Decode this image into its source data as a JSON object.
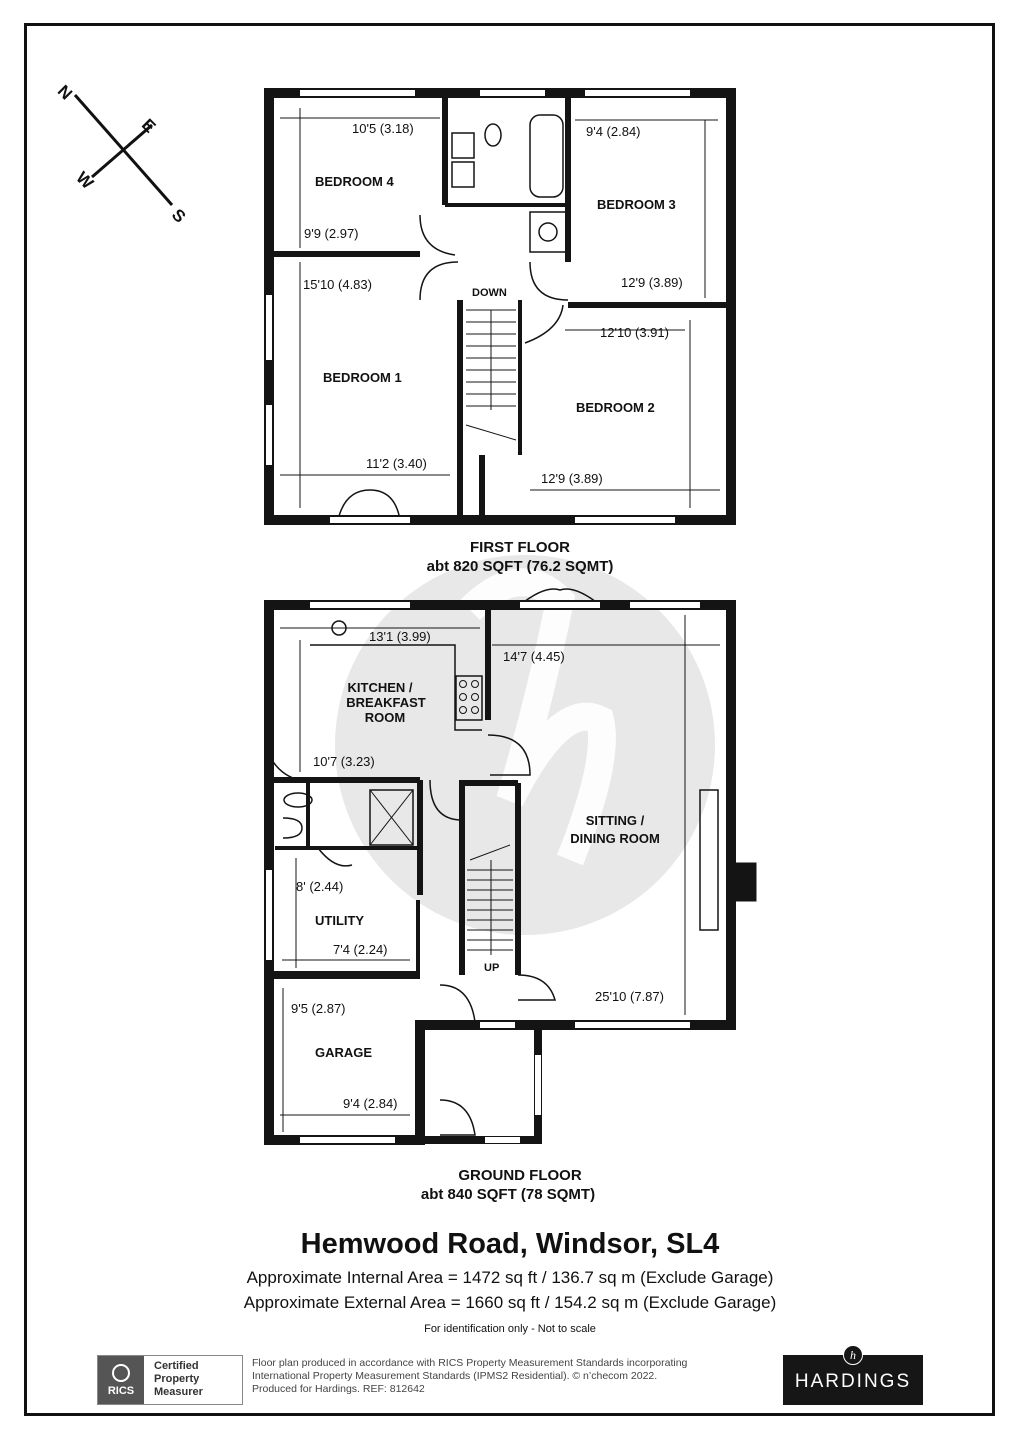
{
  "compass": {
    "n": "N",
    "e": "E",
    "s": "S",
    "w": "W"
  },
  "first_floor": {
    "label": "FIRST FLOOR",
    "area": "abt 820 SQFT (76.2 SQMT)",
    "rooms": {
      "bedroom4": {
        "name": "BEDROOM 4",
        "dim_w": "10'5 (3.18)",
        "dim_h": "9'9 (2.97)"
      },
      "bedroom3": {
        "name": "BEDROOM 3",
        "dim_w": "9'4 (2.84)",
        "dim_h": "12'9 (3.89)"
      },
      "bedroom1": {
        "name": "BEDROOM 1",
        "dim_h": "15'10 (4.83)",
        "dim_w": "11'2 (3.40)"
      },
      "bedroom2": {
        "name": "BEDROOM 2",
        "dim_w": "12'10 (3.91)",
        "dim_h": "12'9 (3.89)"
      },
      "stairs": "DOWN"
    }
  },
  "ground_floor": {
    "label": "GROUND FLOOR",
    "area": "abt 840 SQFT (78 SQMT)",
    "rooms": {
      "kitchen": {
        "line1": "KITCHEN /",
        "line2": "BREAKFAST",
        "line3": "ROOM",
        "dim_w": "13'1 (3.99)",
        "dim_h": "10'7 (3.23)"
      },
      "sitting": {
        "line1": "SITTING /",
        "line2": "DINING ROOM",
        "dim_w": "14'7 (4.45)",
        "dim_h": "25'10 (7.87)"
      },
      "utility": {
        "name": "UTILITY",
        "dim_h": "8' (2.44)",
        "dim_w": "7'4 (2.24)"
      },
      "garage": {
        "name": "GARAGE",
        "dim_h": "9'5 (2.87)",
        "dim_w": "9'4 (2.84)"
      },
      "stairs": "UP"
    }
  },
  "title": {
    "address": "Hemwood Road, Windsor, SL4",
    "internal_area": "Approximate Internal Area = 1472 sq ft / 136.7 sq m (Exclude Garage)",
    "external_area": "Approximate External Area = 1660 sq ft / 154.2 sq m (Exclude Garage)",
    "note": "For identification only - Not to scale"
  },
  "footer": {
    "rics_logo": "RICS",
    "rics_line1": "Certified",
    "rics_line2": "Property",
    "rics_line3": "Measurer",
    "disclaimer_line1": "Floor plan produced in accordance with RICS Property Measurement Standards incorporating",
    "disclaimer_line2": "International Property Measurement Standards (IPMS2 Residential).  © n’checom 2022.",
    "disclaimer_line3": "Produced for Hardings.   REF:  812642",
    "brand_mark": "h",
    "brand": "HARDINGS"
  },
  "colors": {
    "wall": "#141414",
    "watermark": "#e6e6e6"
  }
}
